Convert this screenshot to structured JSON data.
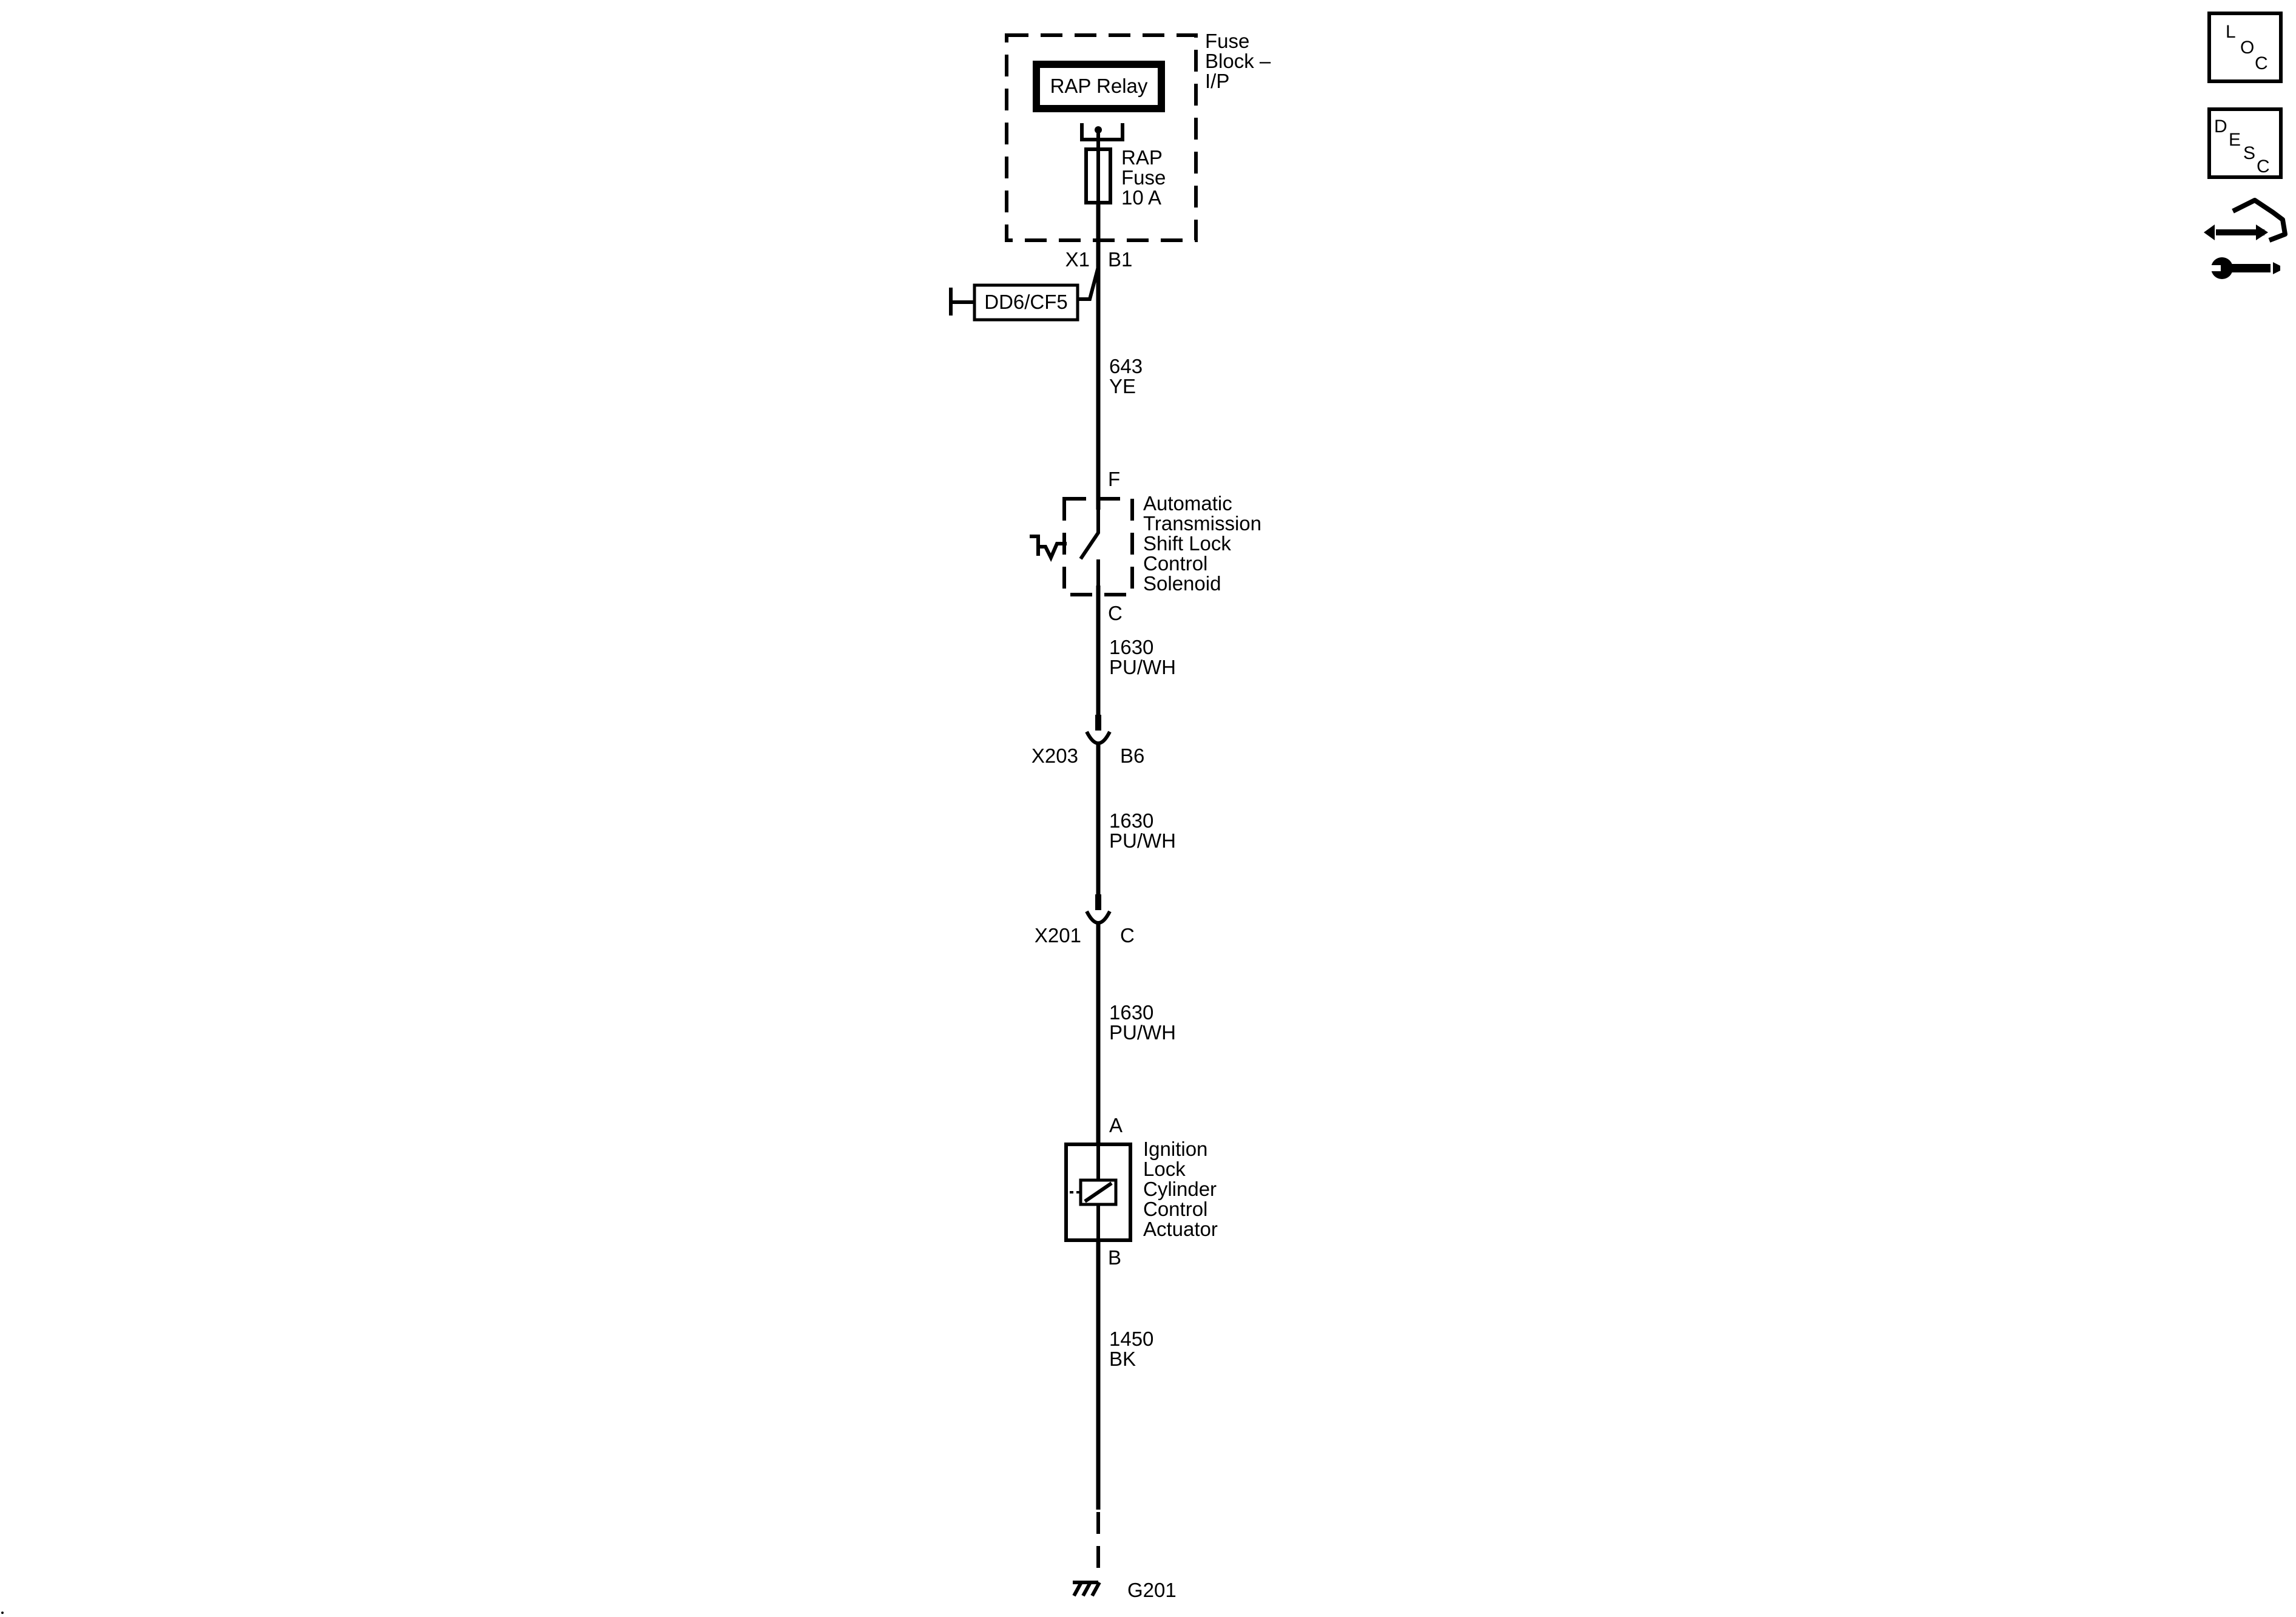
{
  "fuse_block": {
    "name_lines": [
      "Fuse",
      "Block –",
      "I/P"
    ],
    "relay_label": "RAP Relay",
    "fuse_lines": [
      "RAP",
      "Fuse",
      "10 A"
    ]
  },
  "connectors": {
    "fuse_out_conn": "X1",
    "fuse_out_pin": "B1",
    "splice_ref": "DD6/CF5",
    "x203_conn": "X203",
    "x203_pin": "B6",
    "x201_conn": "X201",
    "x201_pin": "C"
  },
  "wires": [
    {
      "circuit": "643",
      "color": "YE"
    },
    {
      "circuit": "1630",
      "color": "PU/WH"
    },
    {
      "circuit": "1630",
      "color": "PU/WH"
    },
    {
      "circuit": "1630",
      "color": "PU/WH"
    },
    {
      "circuit": "1450",
      "color": "BK"
    }
  ],
  "solenoid": {
    "pin_in": "F",
    "pin_out": "C",
    "name_lines": [
      "Automatic",
      "Transmission",
      "Shift Lock",
      "Control",
      "Solenoid"
    ]
  },
  "actuator": {
    "pin_in": "A",
    "pin_out": "B",
    "name_lines": [
      "Ignition",
      "Lock",
      "Cylinder",
      "Control",
      "Actuator"
    ]
  },
  "ground": {
    "label": "G201"
  },
  "nav_buttons": {
    "loc": [
      "L",
      "O",
      "C"
    ],
    "desc": [
      "D",
      "E",
      "S",
      "C"
    ],
    "diag_icon": "diagnostic-tools-icon"
  }
}
